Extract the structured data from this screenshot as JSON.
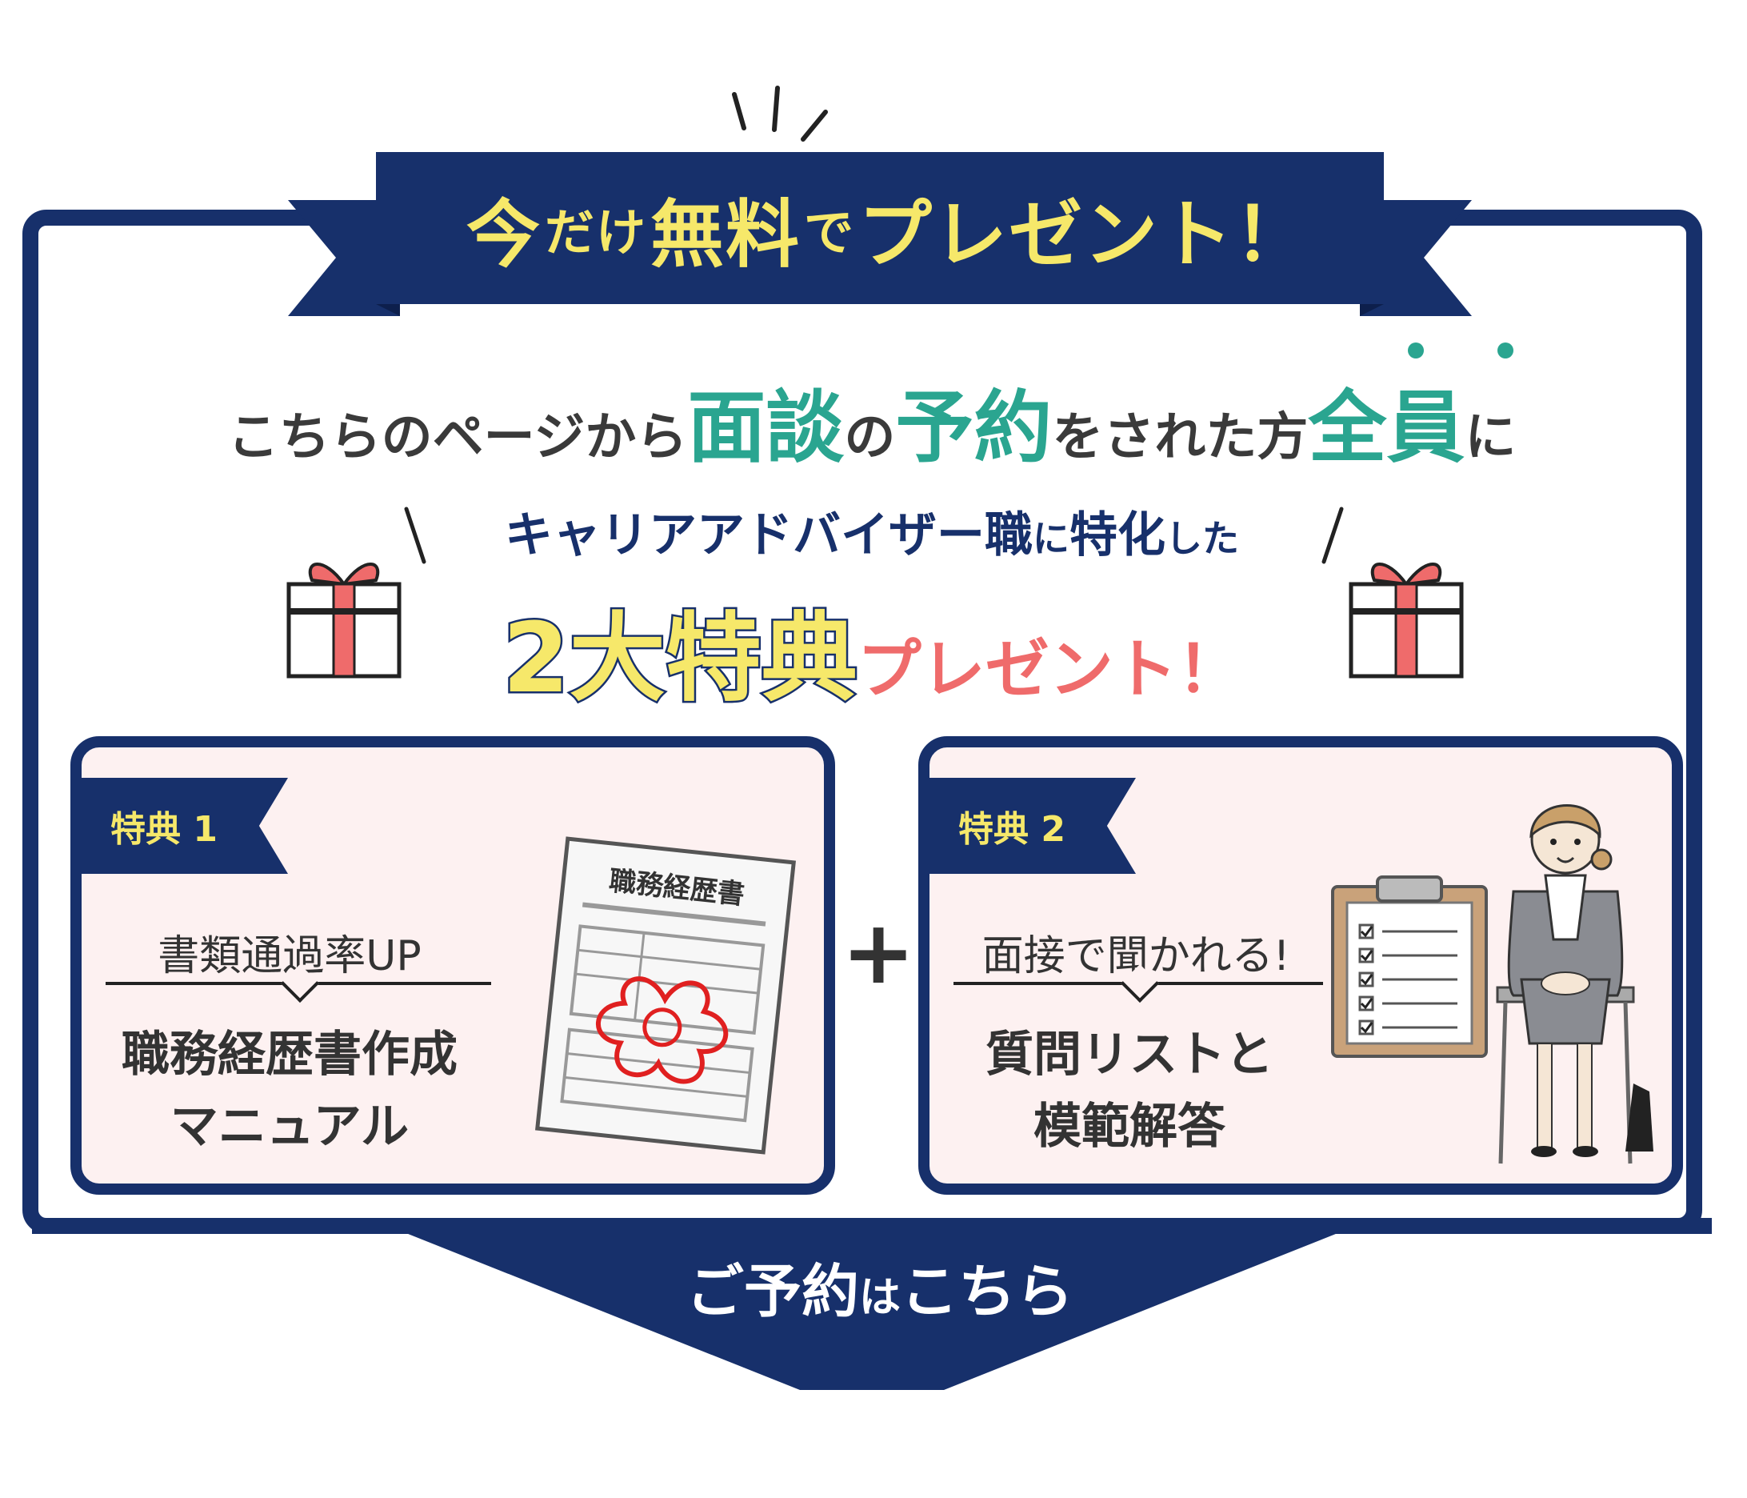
{
  "banner": {
    "part1": "今",
    "part2": "だけ",
    "part3": "無料",
    "part4": "で",
    "part5": "プレゼント！"
  },
  "lead": {
    "t1": "こちらのページから",
    "t2": "面談",
    "t3": "の",
    "t4": "予約",
    "t5": "をされた方",
    "t6": "全員",
    "t7": "に"
  },
  "subline": {
    "t1": "キャリアアドバイザー職",
    "t2": "に",
    "t3": "特化",
    "t4": "した"
  },
  "main_title": {
    "t1": "2大特典",
    "t2": "プレゼント！"
  },
  "benefit1": {
    "tag": "特典 1",
    "caption": "書類通過率UP",
    "title_line1": "職務経歴書作成",
    "title_line2": "マニュアル",
    "doc_title": "職務経歴書"
  },
  "plus": "+",
  "benefit2": {
    "tag": "特典 2",
    "caption": "面接で聞かれる!",
    "title_line1": "質問リストと",
    "title_line2": "模範解答"
  },
  "cta": {
    "t1": "ご予約",
    "t2": "は",
    "t3": "こちら"
  },
  "colors": {
    "navy": "#17306b",
    "yellow": "#f6e86a",
    "teal": "#2aa590",
    "pink": "#ef6b6b",
    "card_bg": "#fdf1f1"
  },
  "icons": [
    "gift-icon",
    "document-icon",
    "clipboard-checklist-icon",
    "businesswoman-illustration",
    "plus-icon"
  ]
}
